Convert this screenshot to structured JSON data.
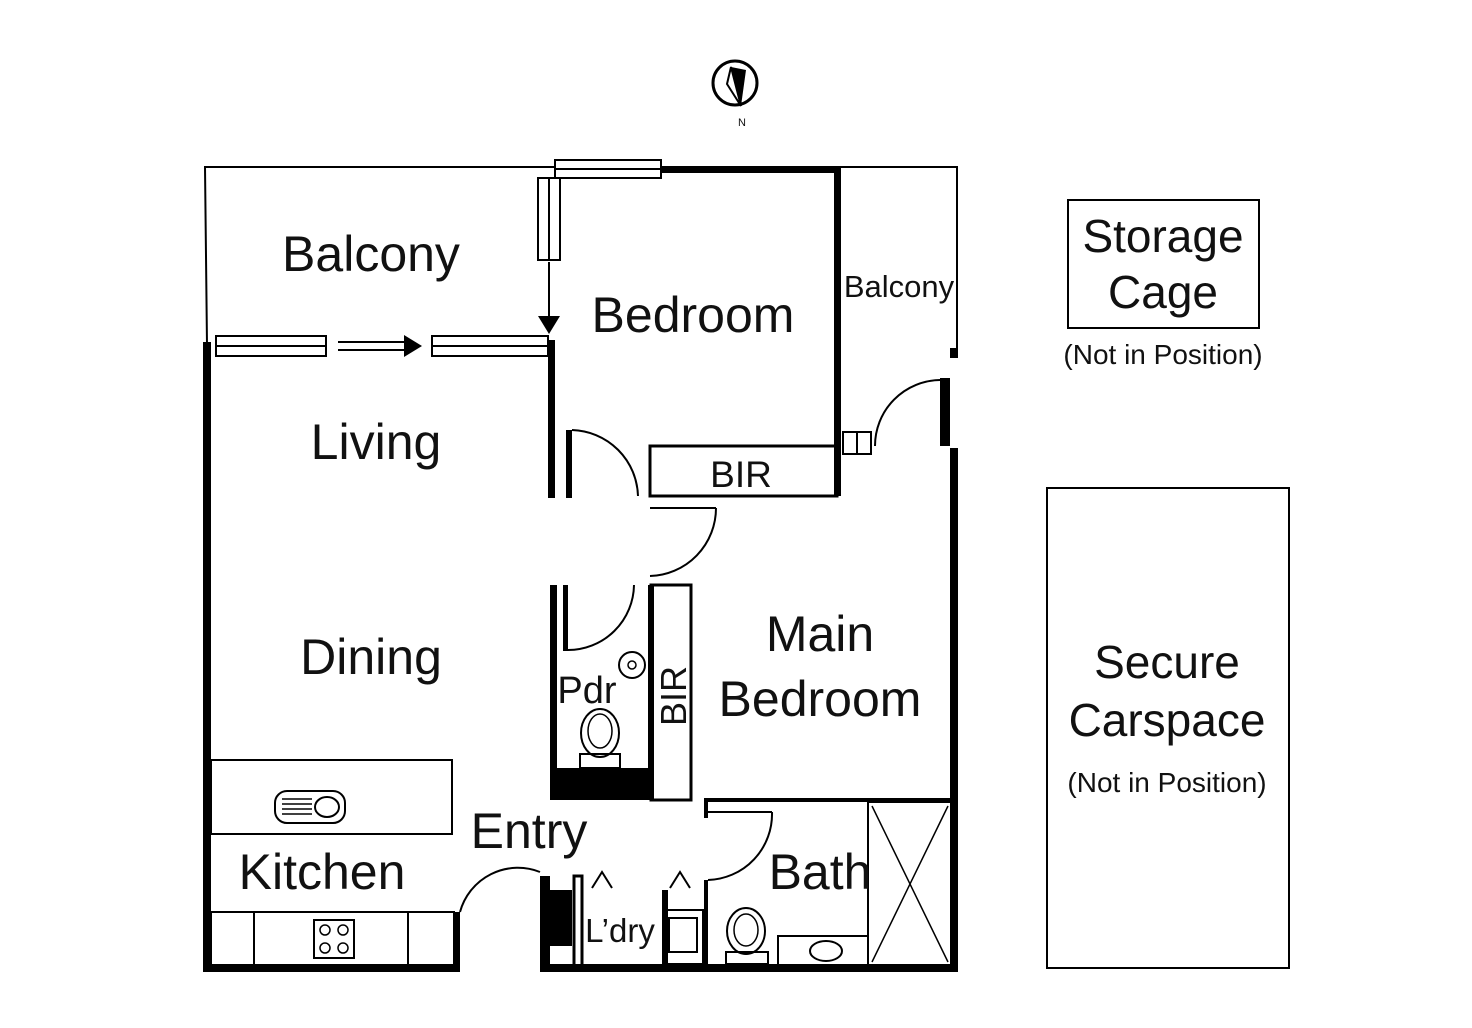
{
  "compass": {
    "label": "N"
  },
  "rooms": {
    "balcony_main": "Balcony",
    "balcony_side": "Balcony",
    "bedroom": "Bedroom",
    "bir_upper": "BIR",
    "living": "Living",
    "dining": "Dining",
    "pdr": "Pdr",
    "bir_lower": "BIR",
    "main_bedroom_line1": "Main",
    "main_bedroom_line2": "Bedroom",
    "entry": "Entry",
    "kitchen": "Kitchen",
    "laundry": "L’dry",
    "bath": "Bath"
  },
  "storage": {
    "line1": "Storage",
    "line2": "Cage",
    "note": "(Not in Position)"
  },
  "carspace": {
    "line1": "Secure",
    "line2": "Carspace",
    "note": "(Not in Position)"
  },
  "colors": {
    "wall": "#000000",
    "text": "#111111",
    "background": "#ffffff"
  }
}
